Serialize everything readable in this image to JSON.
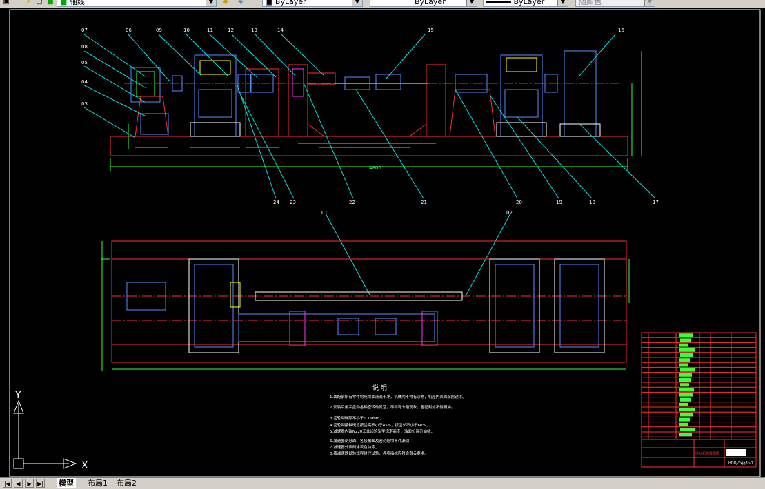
{
  "toolbar": {
    "layer_combo": "轴线",
    "color_combo": "ByLayer",
    "linetype_combo": "ByLayer",
    "lineweight_combo": "ByLayer",
    "plotstyle_combo": "随颜色"
  },
  "drawing": {
    "part_callouts_top": [
      "07",
      "06",
      "09",
      "10",
      "11",
      "12",
      "13",
      "14",
      "15",
      "16"
    ],
    "part_callouts_left": [
      "08",
      "05",
      "04",
      "03"
    ],
    "part_callouts_bottom": [
      "24",
      "23",
      "22",
      "21",
      "20",
      "19",
      "18",
      "17"
    ],
    "part_callouts_plan": [
      "01",
      "02"
    ],
    "overall_length": "4800",
    "notes_title": "说  明",
    "notes": [
      "1.装配前所有零件均用煤油清洗干净，机体内不得有杂物，机座内表面涂防锈漆。",
      "2.安装后用手盘动各轴应转动灵活，不得有卡阻现象，各密封处不得漏油。",
      "3.齿轮副侧隙不小于0.16mm；",
      "4.齿轮副接触斑点按齿高不小于45%，按齿长不小于60%；",
      "5.减速器内装N220工业齿轮油至规定高度，油面位置见油标；",
      "6.减速器剖分面、各接触面及密封处均不许漏油；",
      "7.减速器外表面涂灰色油漆；",
      "8.按减速器试验规程进行试验，各项指标应符合有关要求。"
    ],
    "title_block_name": "传动机构装配图",
    "drawing_number": "HDDJ-Yxjq8n-1"
  },
  "ucs": {
    "x_label": "X",
    "y_label": "Y"
  },
  "tabs": [
    "模型",
    "布局1",
    "布局2"
  ],
  "active_tab": "模型"
}
